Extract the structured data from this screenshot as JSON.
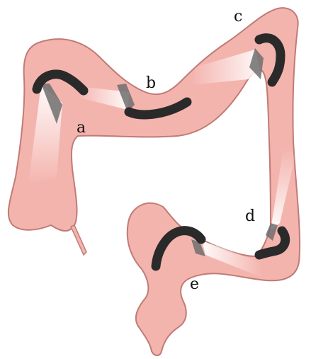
{
  "colors": {
    "tissue": "#f4b4ae",
    "outline": "#c07b76",
    "scope": "#2a2a2a",
    "shadow": "#6e6e6e",
    "light": "#ffffff"
  },
  "labels": {
    "a": "a",
    "b": "b",
    "c": "c",
    "d": "d",
    "e": "e"
  }
}
